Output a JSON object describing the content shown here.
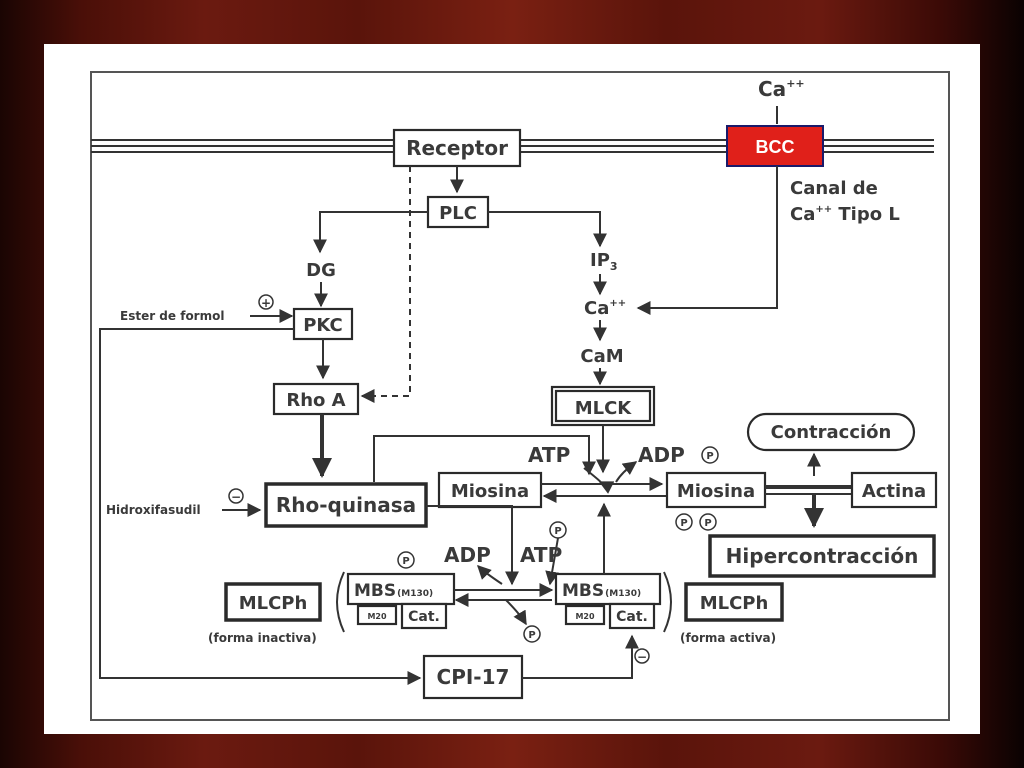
{
  "nodes": {
    "ca_top": "Ca",
    "ca_sup": "++",
    "receptor": "Receptor",
    "bcc": "BCC",
    "canal_line1": "Canal de",
    "canal_line2_pre": "Ca",
    "canal_line2_sup": "++",
    "canal_line2_post": " Tipo L",
    "plc": "PLC",
    "dg": "DG",
    "ip3": "IP",
    "ip3_sub": "3",
    "ester": "Ester de formol",
    "pkc": "PKC",
    "ca_mid": "Ca",
    "ca_mid_sup": "++",
    "cam": "CaM",
    "rhoa": "Rho A",
    "mlck": "MLCK",
    "contraccion": "Contracción",
    "atp1": "ATP",
    "adp1": "ADP",
    "miosina_left": "Miosina",
    "miosina_right": "Miosina",
    "actina": "Actina",
    "hidroxifasudil": "Hidroxifasudil",
    "rho_quinasa": "Rho-quinasa",
    "hipercontraccion": "Hipercontracción",
    "adp2": "ADP",
    "atp2": "ATP",
    "mbs_left": "MBS",
    "mbs_left_sub": "(M130)",
    "mbs_right": "MBS",
    "mbs_right_sub": "(M130)",
    "m20": "M20",
    "cat": "Cat.",
    "mlcph_left": "MLCPh",
    "mlcph_right": "MLCPh",
    "forma_inactiva": "(forma inactiva)",
    "forma_activa": "(forma activa)",
    "cpi17": "CPI-17",
    "phospho": "P",
    "plus": "+",
    "minus": "−"
  },
  "colors": {
    "bcc_fill": "#e0201a",
    "bcc_border": "#1a1a6a",
    "ink": "#333333"
  }
}
